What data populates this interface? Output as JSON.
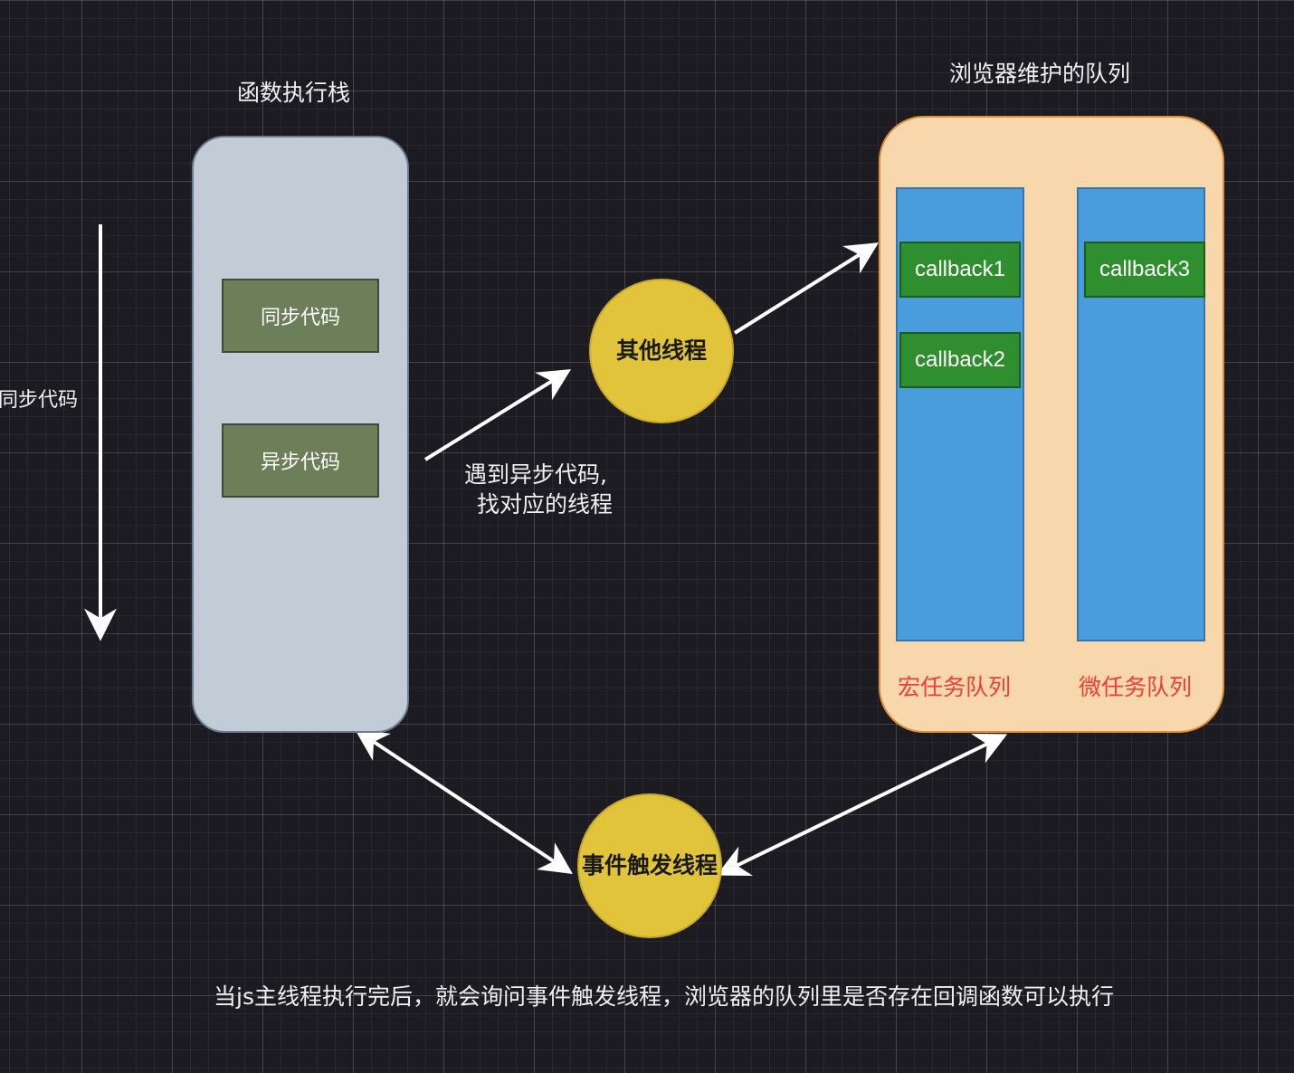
{
  "left_label": "同步代码",
  "stack": {
    "title": "函数执行栈",
    "blocks": [
      "同步代码",
      "异步代码"
    ]
  },
  "async_note": {
    "line1": "遇到异步代码,",
    "line2": "找对应的线程"
  },
  "other_thread": "其他线程",
  "browser": {
    "title": "浏览器维护的队列",
    "macro_label": "宏任务队列",
    "micro_label": "微任务队列",
    "callbacks": [
      "callback1",
      "callback2",
      "callback3"
    ]
  },
  "event_thread": "事件触发线程",
  "footer": "当js主线程执行完后，就会询问事件触发线程，浏览器的队列里是否存在回调函数可以执行",
  "colors": {
    "background": "#1c1b22",
    "stack_fill": "#c1ccd7",
    "code_block": "#6d7f59",
    "queue_container": "#f7d7ab",
    "queue_column": "#4a9ddc",
    "callback": "#2f8f2f",
    "thread_circle": "#e2c43a",
    "queue_label": "#ef3d37",
    "arrow": "#ffffff"
  }
}
